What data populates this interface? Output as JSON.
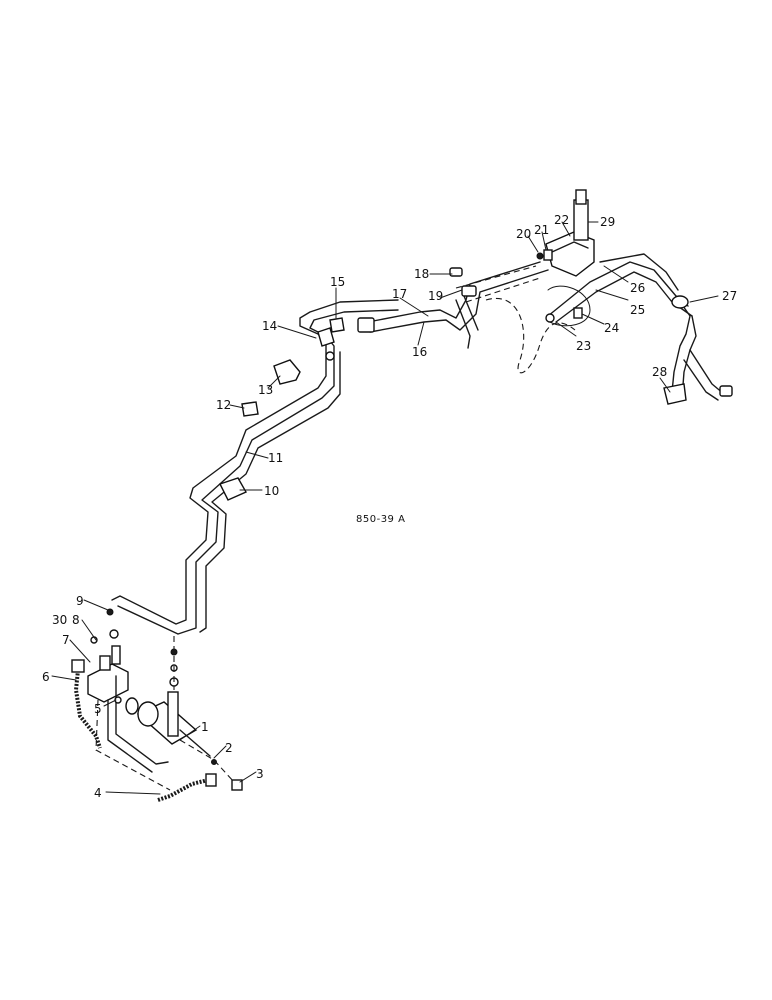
{
  "figure": {
    "reference": "850-39 A"
  },
  "callouts": [
    {
      "id": "1",
      "text": "1"
    },
    {
      "id": "2",
      "text": "2"
    },
    {
      "id": "3",
      "text": "3"
    },
    {
      "id": "4",
      "text": "4"
    },
    {
      "id": "5",
      "text": "5"
    },
    {
      "id": "6",
      "text": "6"
    },
    {
      "id": "7",
      "text": "7"
    },
    {
      "id": "8",
      "text": "8"
    },
    {
      "id": "9",
      "text": "9"
    },
    {
      "id": "10",
      "text": "10"
    },
    {
      "id": "11",
      "text": "11"
    },
    {
      "id": "12",
      "text": "12"
    },
    {
      "id": "13",
      "text": "13"
    },
    {
      "id": "14",
      "text": "14"
    },
    {
      "id": "15",
      "text": "15"
    },
    {
      "id": "16",
      "text": "16"
    },
    {
      "id": "17",
      "text": "17"
    },
    {
      "id": "18",
      "text": "18"
    },
    {
      "id": "19",
      "text": "19"
    },
    {
      "id": "20",
      "text": "20"
    },
    {
      "id": "21",
      "text": "21"
    },
    {
      "id": "22",
      "text": "22"
    },
    {
      "id": "23",
      "text": "23"
    },
    {
      "id": "24",
      "text": "24"
    },
    {
      "id": "25",
      "text": "25"
    },
    {
      "id": "26",
      "text": "26"
    },
    {
      "id": "27",
      "text": "27"
    },
    {
      "id": "28",
      "text": "28"
    },
    {
      "id": "29",
      "text": "29"
    },
    {
      "id": "30",
      "text": "30"
    }
  ]
}
